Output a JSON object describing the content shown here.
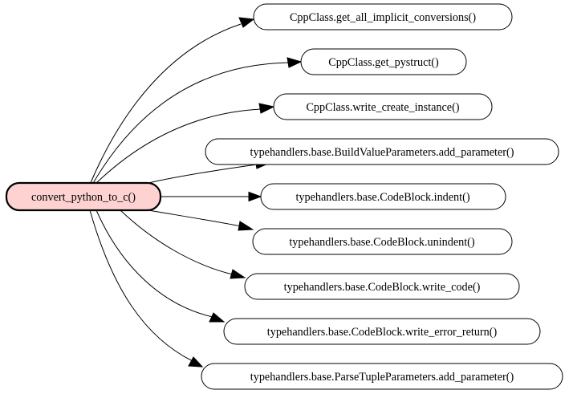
{
  "diagram": {
    "root": {
      "id": "root",
      "label": "convert_python_to_c()",
      "highlight": "#ffd2d2"
    },
    "targets": [
      {
        "id": "get-all-implicit-conversions",
        "label": "CppClass.get_all_implicit_conversions()"
      },
      {
        "id": "get-pystruct",
        "label": "CppClass.get_pystruct()"
      },
      {
        "id": "write-create-instance",
        "label": "CppClass.write_create_instance()"
      },
      {
        "id": "build-value-add-parameter",
        "label": "typehandlers.base.BuildValueParameters.add_parameter()"
      },
      {
        "id": "codeblock-indent",
        "label": "typehandlers.base.CodeBlock.indent()"
      },
      {
        "id": "codeblock-unindent",
        "label": "typehandlers.base.CodeBlock.unindent()"
      },
      {
        "id": "codeblock-write-code",
        "label": "typehandlers.base.CodeBlock.write_code()"
      },
      {
        "id": "codeblock-write-error-return",
        "label": "typehandlers.base.CodeBlock.write_error_return()"
      },
      {
        "id": "parse-tuple-add-parameter",
        "label": "typehandlers.base.ParseTupleParameters.add_parameter()"
      }
    ],
    "edges": [
      {
        "from": "root",
        "to": "get-all-implicit-conversions"
      },
      {
        "from": "root",
        "to": "get-pystruct"
      },
      {
        "from": "root",
        "to": "write-create-instance"
      },
      {
        "from": "root",
        "to": "build-value-add-parameter"
      },
      {
        "from": "root",
        "to": "codeblock-indent"
      },
      {
        "from": "root",
        "to": "codeblock-unindent"
      },
      {
        "from": "root",
        "to": "codeblock-write-code"
      },
      {
        "from": "root",
        "to": "codeblock-write-error-return"
      },
      {
        "from": "root",
        "to": "parse-tuple-add-parameter"
      }
    ]
  }
}
